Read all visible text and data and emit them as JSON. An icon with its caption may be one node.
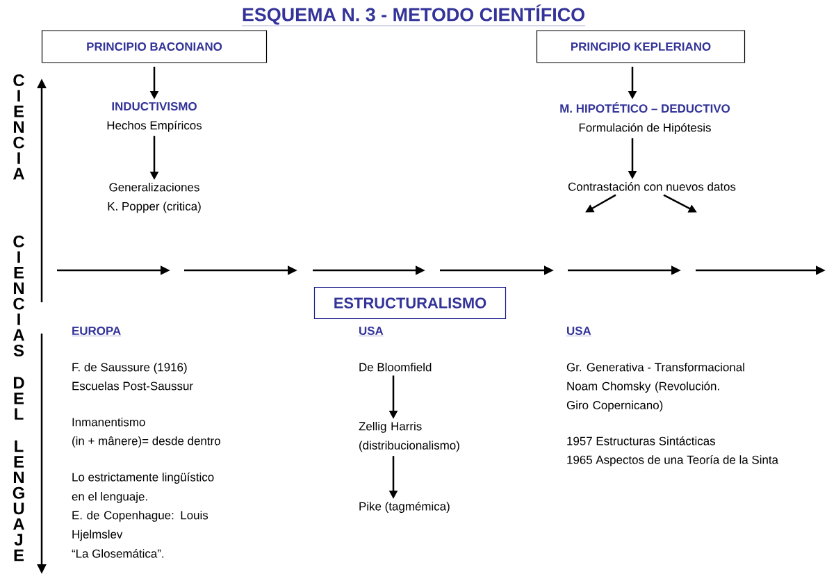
{
  "diagram": {
    "title": "ESQUEMA N. 3 - METODO CIENTÍFICO",
    "nodes": [
      {
        "text": [
          "PRINCIPIO BACONIANO"
        ]
      },
      {
        "text": [
          "INDUCTIVISMO",
          "Hechos Empíricos"
        ]
      },
      {
        "text": [
          "Generalizaciones",
          "K. Popper (critica)"
        ]
      },
      {
        "text": [
          "PRINCIPIO KEPLERIANO"
        ]
      },
      {
        "text": [
          "M. HIPOTÉTICO – DEDUCTIVO",
          "Formulación de Hipótesis"
        ]
      },
      {
        "text": [
          "Contrastación con nuevos datos"
        ]
      },
      {
        "text": [
          "ESTRUCTURALISMO"
        ]
      },
      {
        "text": [
          "De Bloomfield"
        ]
      },
      {
        "text": [
          "Zellig Harris (distribucionalismo)"
        ]
      },
      {
        "text": [
          "Pike (tagmémica)"
        ]
      }
    ],
    "edges": [
      {
        "from": 0,
        "to": 1,
        "arrow": "to"
      },
      {
        "from": 1,
        "to": 2,
        "arrow": "to"
      },
      {
        "from": 3,
        "to": 4,
        "arrow": "to"
      },
      {
        "from": 4,
        "to": 5,
        "arrow": "to"
      },
      {
        "from": 5,
        "to": null,
        "arrow": "to"
      },
      {
        "from": 5,
        "to": null,
        "arrow": "to"
      },
      {
        "from": 7,
        "to": 8,
        "arrow": "to"
      },
      {
        "from": 8,
        "to": 9,
        "arrow": "to"
      }
    ],
    "labels": [
      "CIENCIA",
      "CIENCIAS DEL LENGUAJE",
      "EUROPA",
      "USA",
      "USA",
      "F. de Saussure (1916)",
      "Escuelas Post-Saussur",
      "Inmanentismo",
      "(in + mânere)= desde dentro",
      "Lo estrictamente lingüístico",
      "en el lenguaje.",
      "E. de Copenhague: Louis Hjelmslev",
      "“La Glosemática”.",
      "Gr. Generativa -  Transformacional",
      "Noam Chomsky (Revolución. Giro Copernicano)",
      "1957 Estructuras Sintácticas",
      "1965 Aspectos de una Teoría de la Sinta"
    ]
  }
}
